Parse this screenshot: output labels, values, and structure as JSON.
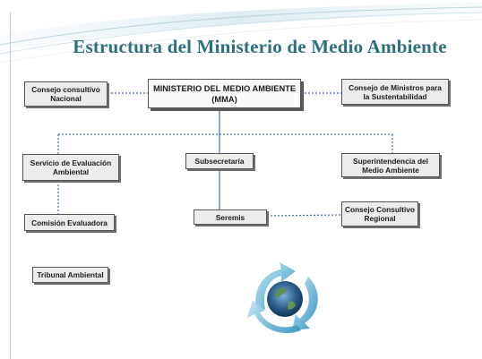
{
  "title": "Estructura del Ministerio de Medio Ambiente",
  "boxes": {
    "consejo_nacional": "Consejo consultivo Nacional",
    "ministerio_line1": "MINISTERIO DEL MEDIO AMBIENTE",
    "ministerio_line2": "(MMA)",
    "consejo_ministros": "Consejo de Ministros para la Sustentabilidad",
    "servicio_evaluacion": "Servicio de Evaluación Ambiental",
    "subsecretaria": "Subsecretaría",
    "superintendencia": "Superintendencia del Medio Ambiente",
    "comision": "Comisión Evaluadora",
    "seremis": "Seremis",
    "consejo_regional": "Consejo Consultivo Regional",
    "tribunal": "Tribunal Ambiental"
  },
  "colors": {
    "title": "#2c6f7e",
    "connector": "#3f6fb0"
  },
  "icons": {
    "emblem": "recycle-globe-icon"
  }
}
